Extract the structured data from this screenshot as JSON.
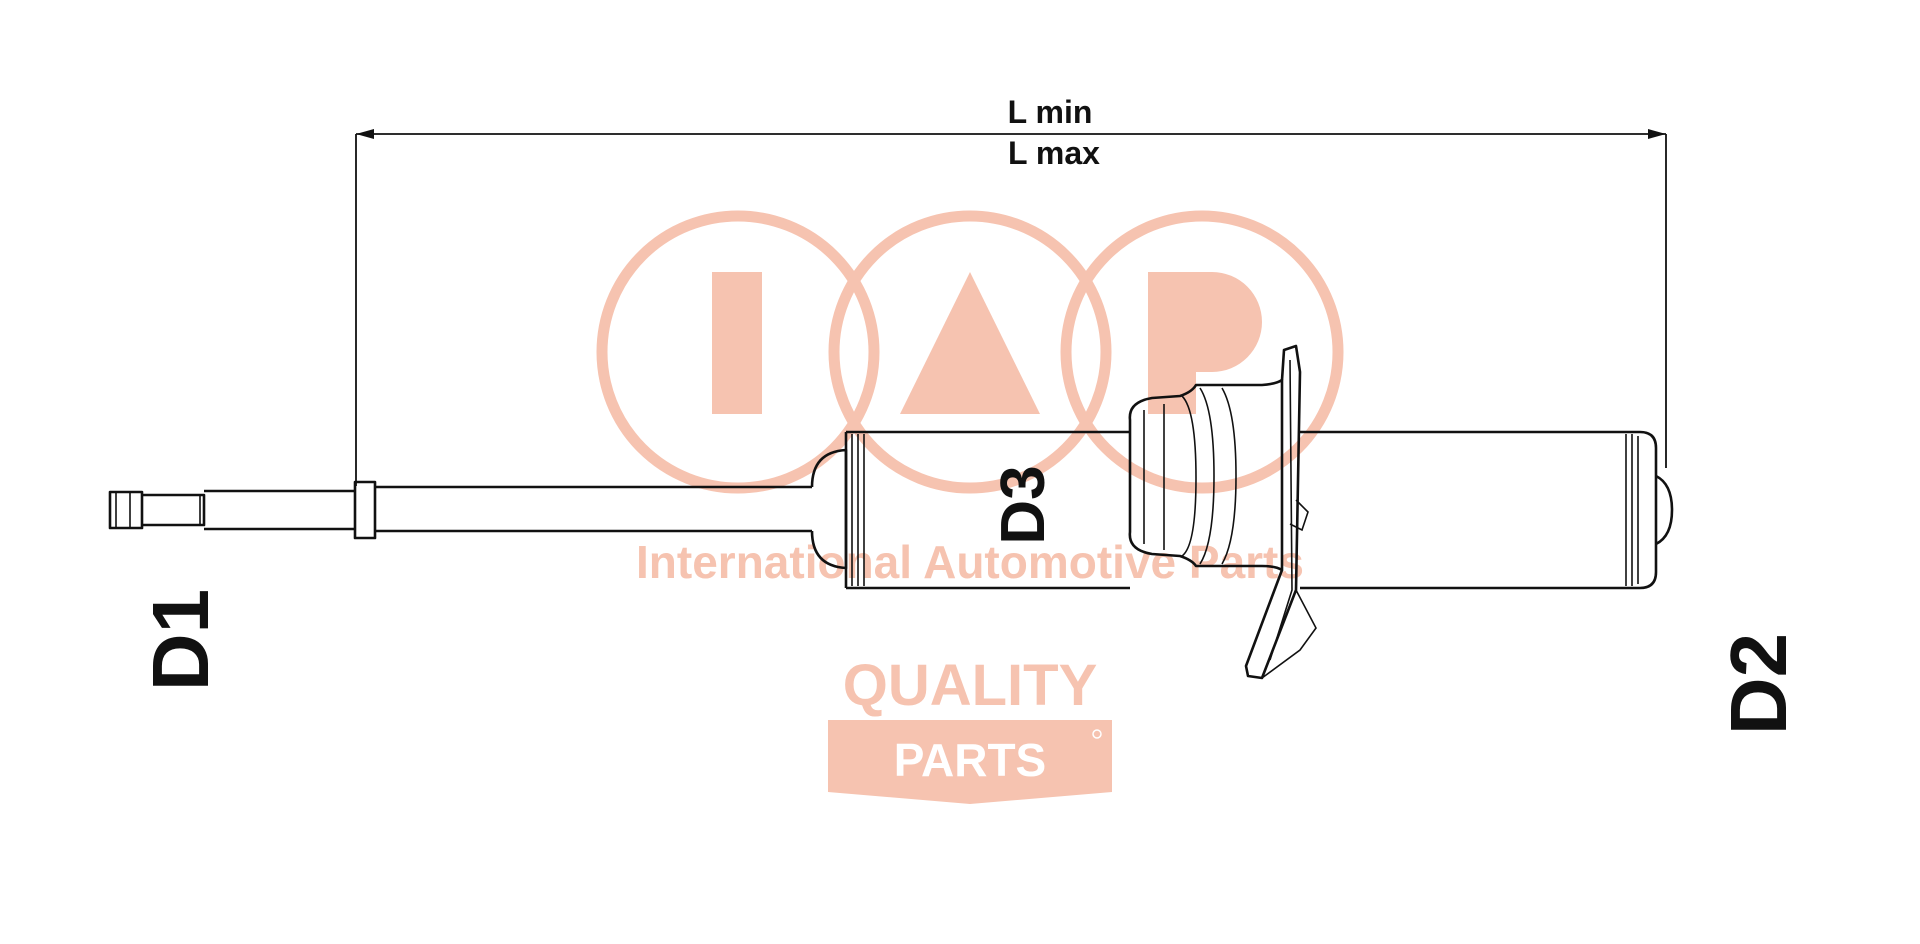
{
  "dimensions": {
    "length_min": "L min",
    "length_max": "L max",
    "d1": "D1",
    "d2": "D2",
    "d3": "D3"
  },
  "watermark": {
    "tagline": "International Automotive Parts",
    "quality": "QUALITY",
    "parts": "PARTS",
    "color": "#f6c3b0",
    "icon": "iap-logo-icon"
  },
  "colors": {
    "line": "#111111",
    "background": "#ffffff"
  }
}
